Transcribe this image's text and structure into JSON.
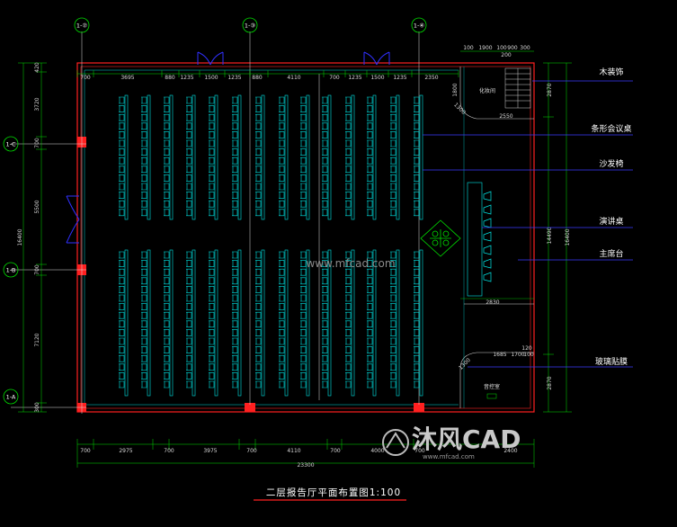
{
  "title": "二层报告厅平面布置图1:100",
  "axes": {
    "top": [
      "1-②",
      "1-③",
      "1-④"
    ],
    "left": [
      "1-C",
      "1-B",
      "1-A"
    ]
  },
  "dims": {
    "top_row": [
      "700",
      "3695",
      "880",
      "1235",
      "1500",
      "1235",
      "880",
      "4110",
      "700",
      "1235",
      "1500",
      "1235",
      "2350"
    ],
    "top_right": [
      "100",
      "1900",
      "100",
      "900",
      "300"
    ],
    "top_right_small": "200",
    "bottom_row": [
      "700",
      "2975",
      "700",
      "3975",
      "700",
      "4110",
      "700",
      "4000",
      "700",
      "2400"
    ],
    "bottom_total": "23300",
    "left_col": [
      "420",
      "3720",
      "700",
      "5500",
      "700",
      "7120",
      "300"
    ],
    "left_total": "16400",
    "right_col": [
      "2870",
      "14490",
      "2870"
    ],
    "right_total": "16400",
    "stage_width": "2830",
    "upper_room_dim": "2550",
    "lower_room_dims": [
      "1685",
      "1700",
      "100"
    ],
    "upper_room_side": "1300",
    "lower_room_side": "1300",
    "stair_dim": "1800",
    "lower_room_small": "120"
  },
  "rooms": {
    "upper": "化妆间",
    "lower": "音控室"
  },
  "annotations": [
    {
      "text": "木装饰"
    },
    {
      "text": "条形会议桌"
    },
    {
      "text": "沙发椅"
    },
    {
      "text": "演讲桌"
    },
    {
      "text": "主席台"
    },
    {
      "text": "玻璃贴膜"
    }
  ],
  "watermark": "www.mfcad.com",
  "logo": {
    "brand": "沐风CAD",
    "url": "www.mfcad.com"
  },
  "colors": {
    "wall": "#ff2020",
    "dim_line": "#00e000",
    "seat": "#00e8e8",
    "leader": "#3a3aff",
    "axis": "#00e000",
    "door": "#3030ff",
    "grid": "#ffffff"
  }
}
